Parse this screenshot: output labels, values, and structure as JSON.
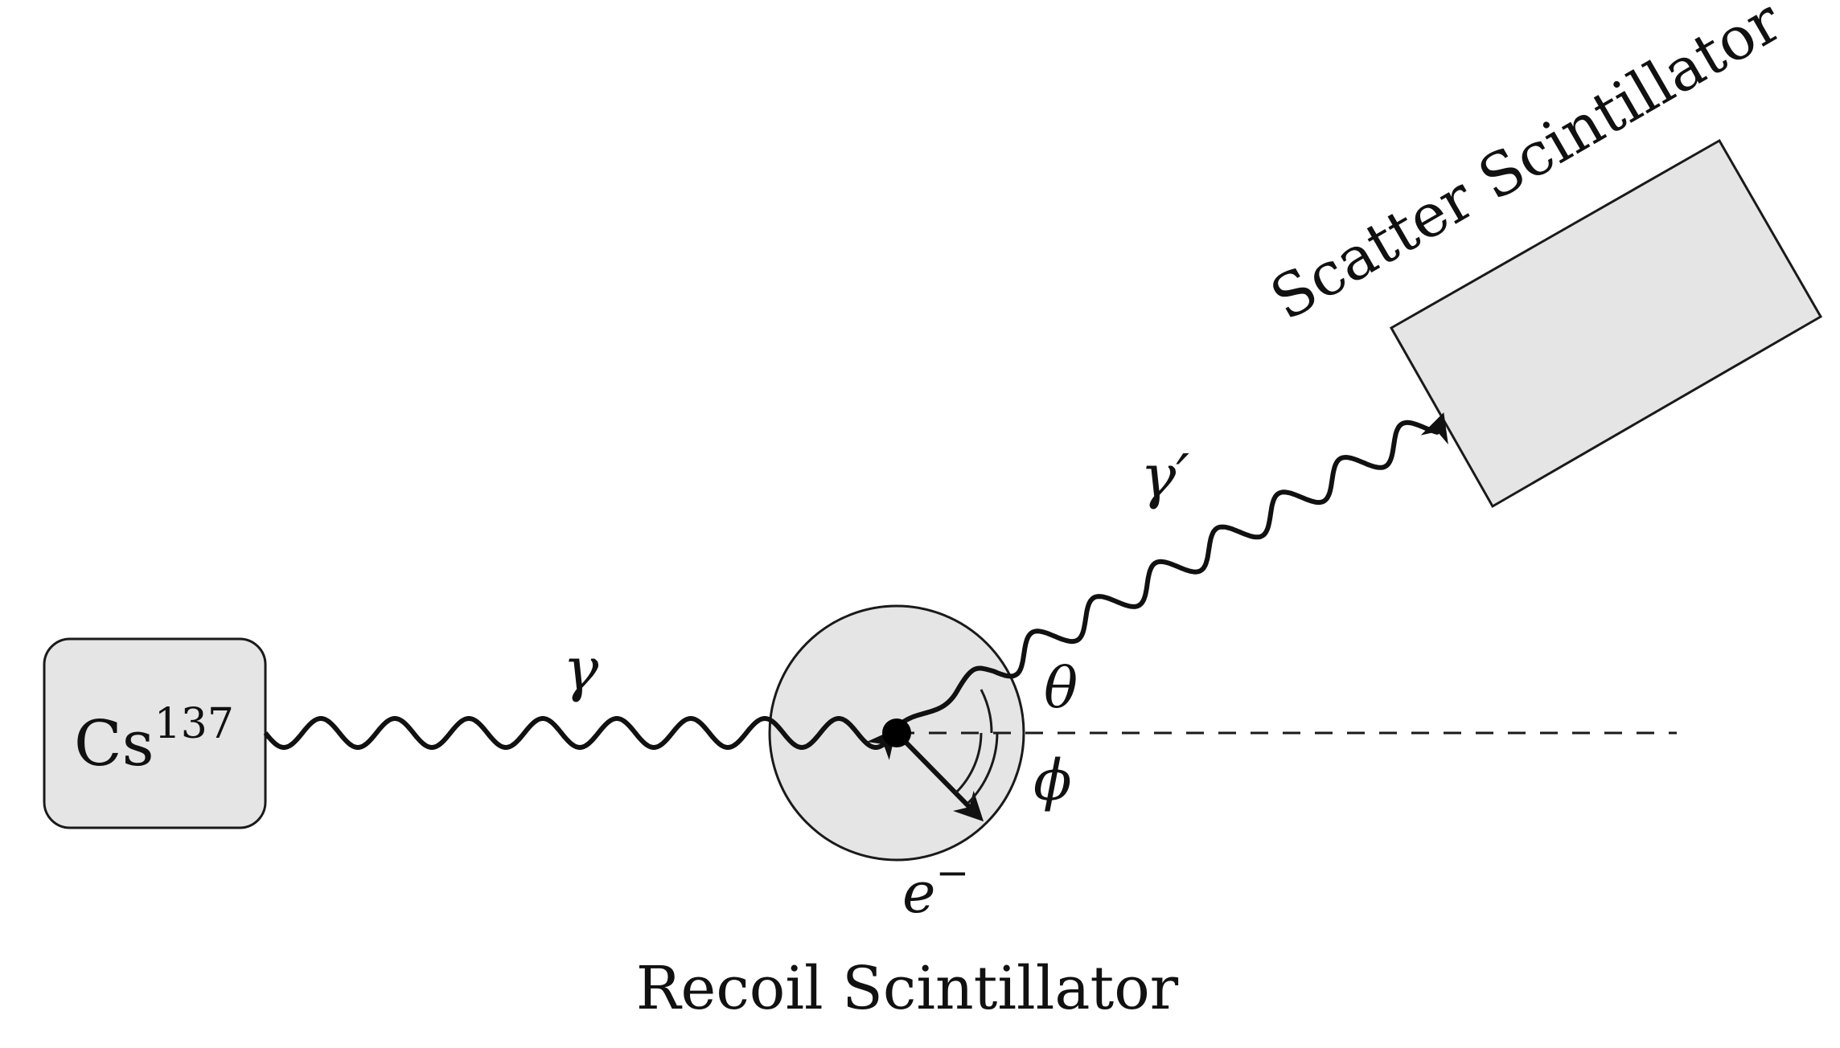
{
  "source": {
    "element": "Cs",
    "mass_number": "137"
  },
  "recoil": {
    "label": "Recoil Scintillator"
  },
  "scatter": {
    "label": "Scatter Scintillator"
  },
  "particles": {
    "incoming_photon": "γ",
    "scattered_photon": "γ′",
    "electron": "e",
    "electron_charge": "−"
  },
  "angles": {
    "photon_angle": "θ",
    "electron_angle": "ϕ"
  },
  "colors": {
    "detector_fill": "#e5e5e5",
    "stroke": "#1a1a1a",
    "background": "#ffffff"
  }
}
